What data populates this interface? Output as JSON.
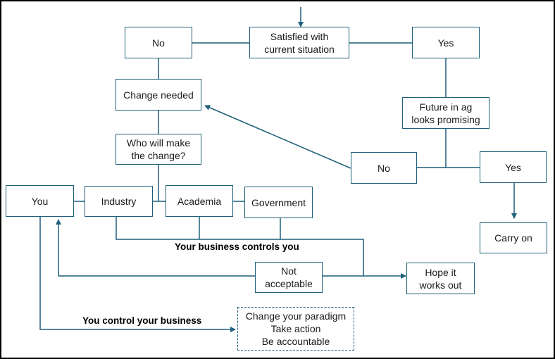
{
  "colors": {
    "line": "#1f5f7a",
    "border": "#000000",
    "background": "#ffffff"
  },
  "nodes": {
    "satisfied": "Satisfied with\ncurrent situation",
    "no_top": "No",
    "yes_top": "Yes",
    "change_needed": "Change needed",
    "future": "Future in ag\nlooks promising",
    "who": "Who will make\nthe change?",
    "no_mid": "No",
    "yes_mid": "Yes",
    "you": "You",
    "industry": "Industry",
    "academia": "Academia",
    "government": "Government",
    "carry_on": "Carry on",
    "not_acceptable": "Not\nacceptable",
    "hope": "Hope it\nworks out",
    "paradigm": "Change your paradigm\nTake action\nBe accountable"
  },
  "labels": {
    "business_controls_you": "Your business controls you",
    "you_control_business": "You control your business"
  }
}
